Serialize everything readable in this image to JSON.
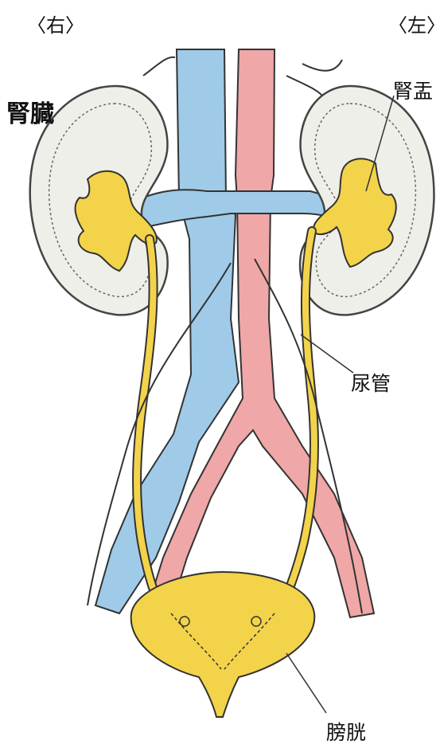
{
  "labels": {
    "side_right": "〈右〉",
    "side_left": "〈左〉",
    "kidney": "腎臓",
    "renal_pelvis": "腎盂",
    "ureter": "尿管",
    "bladder": "膀胱"
  },
  "colors": {
    "kidney_fill": "#efefe9",
    "kidney_outline": "#444444",
    "urinary_yellow": "#f3d34a",
    "vein_blue": "#9fcbe8",
    "artery_red": "#f0a7a7",
    "outline": "#333333"
  }
}
